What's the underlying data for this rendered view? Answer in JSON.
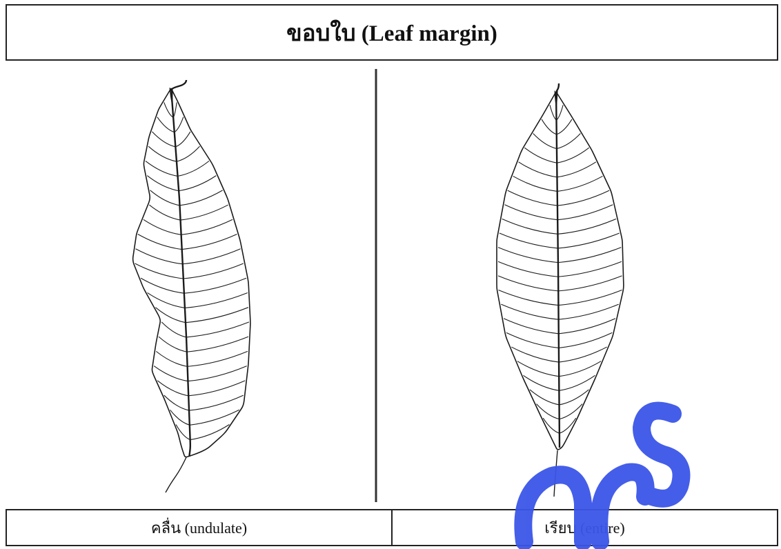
{
  "title": "ขอบใบ (Leaf margin)",
  "panels": [
    {
      "label": "คลื่น (undulate)"
    },
    {
      "label": "เรียบ (entire)"
    }
  ],
  "colors": {
    "line": "#1a1a1a",
    "watermark": "#3b56e8"
  }
}
